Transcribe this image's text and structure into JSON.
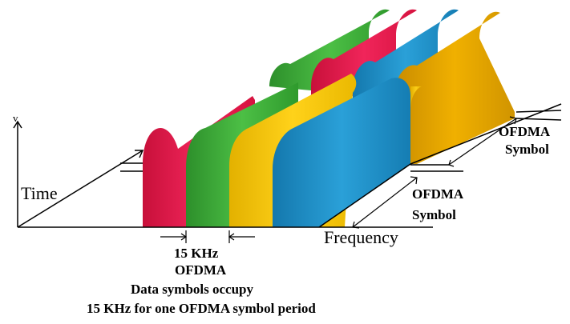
{
  "labels": {
    "time": "Time",
    "frequency": "Frequency",
    "v_mark": "v",
    "symbol_upper_line1": "OFDMA",
    "symbol_upper_line2": "Symbol",
    "symbol_lower_line1": "OFDMA",
    "symbol_lower_line2": "Symbol",
    "spacing": "15 KHz",
    "caption_line1": "OFDMA",
    "caption_line2": "Data symbols occupy",
    "caption_line3": "15 KHz for one OFDMA symbol period"
  },
  "colors": {
    "red": "#e5194b",
    "green": "#3aa637",
    "yellow": "#f2c200",
    "blue": "#1a86c0",
    "gold": "#e0a300",
    "axis": "#000000"
  }
}
